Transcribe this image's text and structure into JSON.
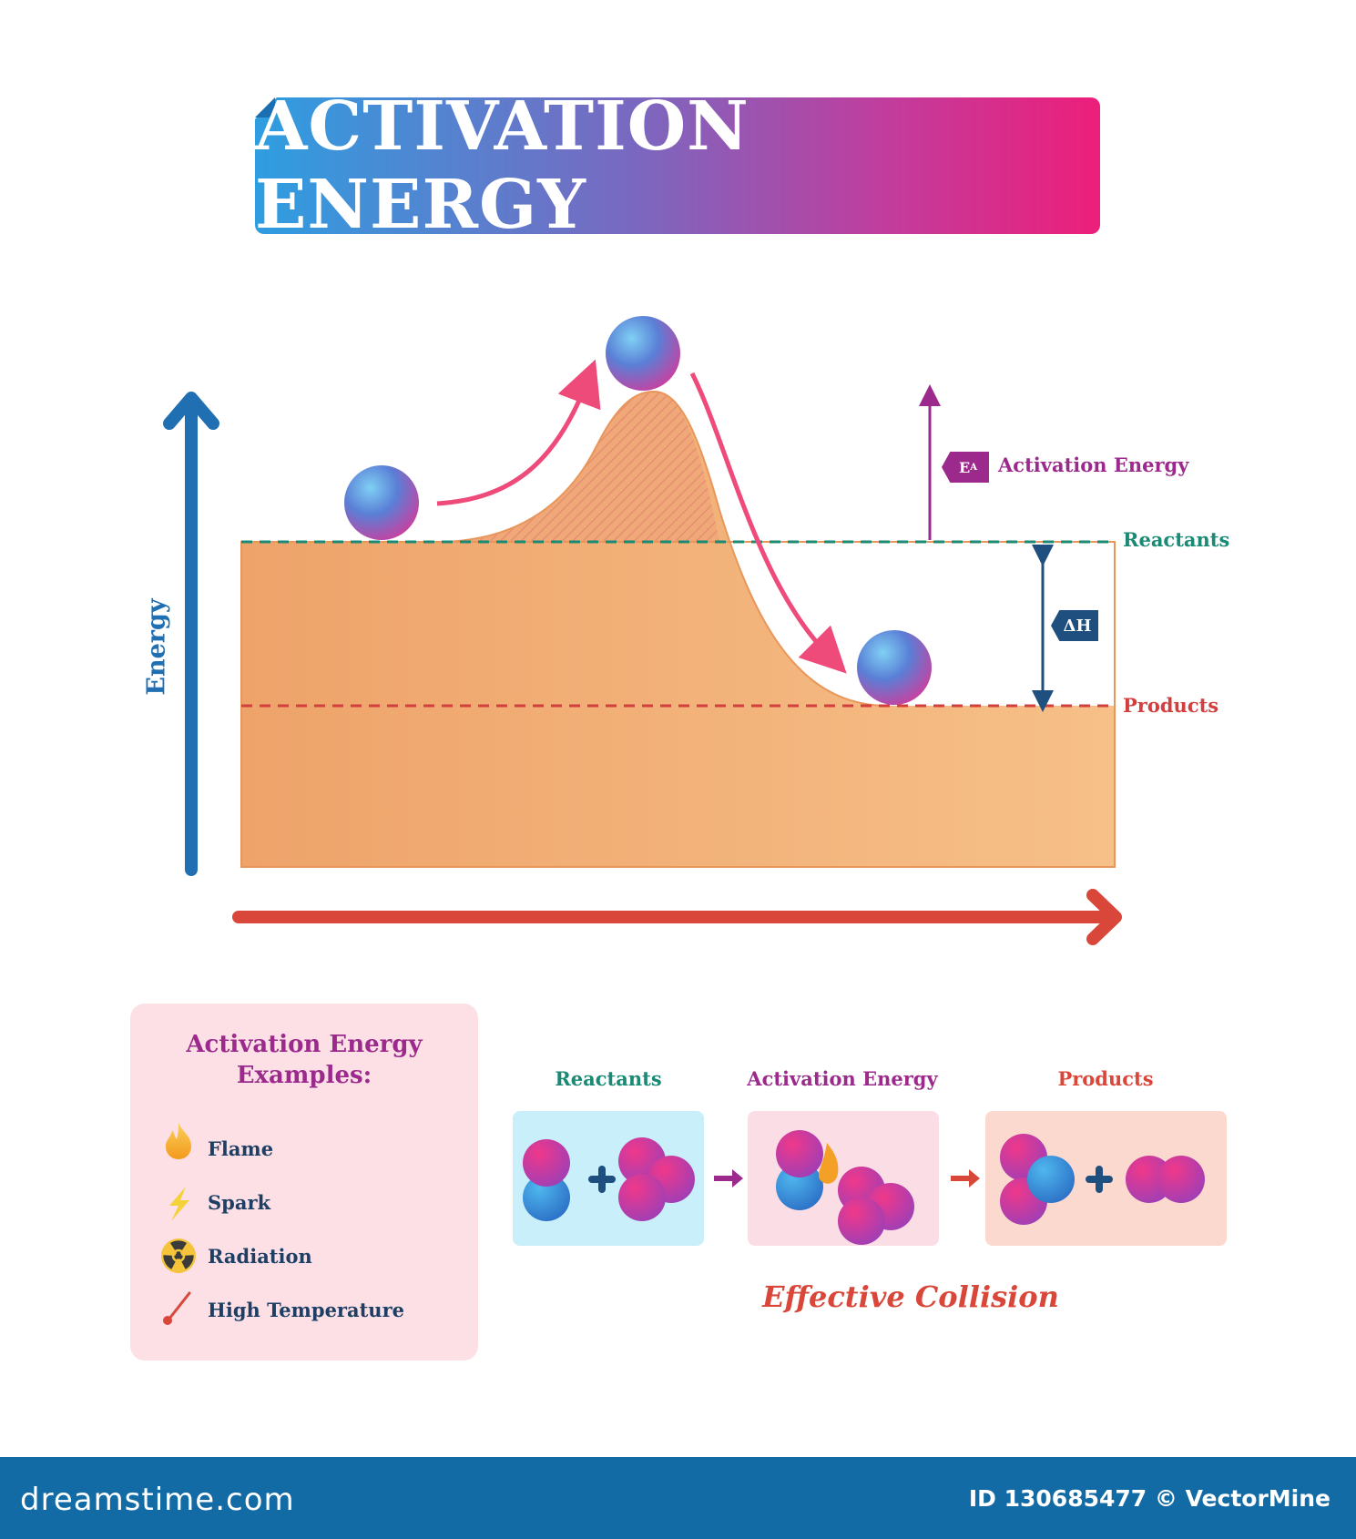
{
  "title": "ACTIVATION ENERGY",
  "chart": {
    "y_axis_label": "Energy",
    "reactants_label": "Reactants",
    "products_label": "Products",
    "activation_energy_label": "Activation Energy",
    "ea_symbol": "E",
    "ea_subscript": "A",
    "delta_h_label": "ΔH"
  },
  "examples": {
    "title_line1": "Activation Energy",
    "title_line2": "Examples:",
    "items": [
      {
        "label": "Flame",
        "icon": "flame-icon"
      },
      {
        "label": "Spark",
        "icon": "lightning-icon"
      },
      {
        "label": "Radiation",
        "icon": "radiation-icon"
      },
      {
        "label": "High Temperature",
        "icon": "thermometer-icon"
      }
    ]
  },
  "collision": {
    "reactants_title": "Reactants",
    "activation_title": "Activation Energy",
    "products_title": "Products",
    "caption": "Effective Collision"
  },
  "footer": {
    "brand": "dreamstime.com",
    "id_text": "ID 130685477 © VectorMine"
  },
  "colors": {
    "reactants": "#1a8a74",
    "products": "#d33e3e",
    "activation": "#9c2a8c",
    "energy_axis": "#1f6fb2",
    "footer": "#136ba6"
  }
}
